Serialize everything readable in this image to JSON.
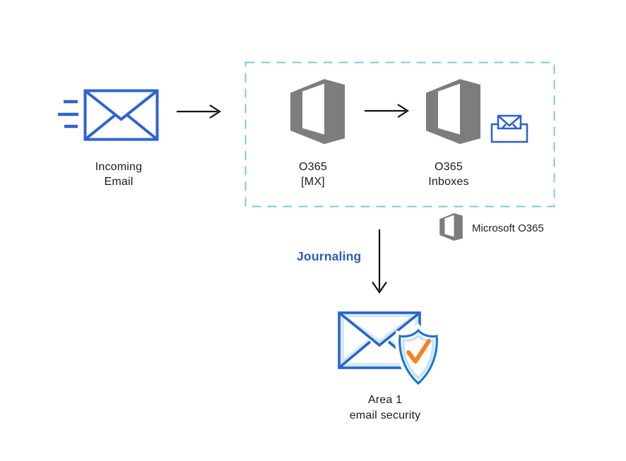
{
  "diagram": {
    "nodes": {
      "incoming_email": {
        "line1": "Incoming",
        "line2": "Email"
      },
      "o365_mx": {
        "line1": "O365",
        "line2": "[MX]"
      },
      "o365_inboxes": {
        "line1": "O365",
        "line2": "Inboxes"
      },
      "area1": {
        "line1": "Area 1",
        "line2": "email security"
      }
    },
    "labels": {
      "journaling": "Journaling"
    },
    "legend": {
      "label": "Microsoft O365"
    },
    "icons": {
      "motion_lines": "motion-lines-icon",
      "incoming_envelope": "email-envelope-icon",
      "arrow_right": "arrow-right-icon",
      "office365_logo": "office365-logo-icon",
      "inbox_tray": "inbox-tray-icon",
      "arrow_down": "arrow-down-icon",
      "area1_envelope": "secured-email-envelope-icon",
      "shield_check": "shield-check-icon"
    }
  },
  "colors": {
    "blue": "#2f63d2",
    "blue2": "#2b5dd8",
    "blue3": "#2565cd",
    "blue4": "#1b75d8",
    "lightblue": "#d6e8f6",
    "lightblue2": "#c7e2f6",
    "orange": "#f58220",
    "gray": "#7d7d7d",
    "teal": "#7ccadd",
    "journal": "#2b5ac6",
    "arrow": "#111111",
    "text": "#1a1a1a"
  }
}
